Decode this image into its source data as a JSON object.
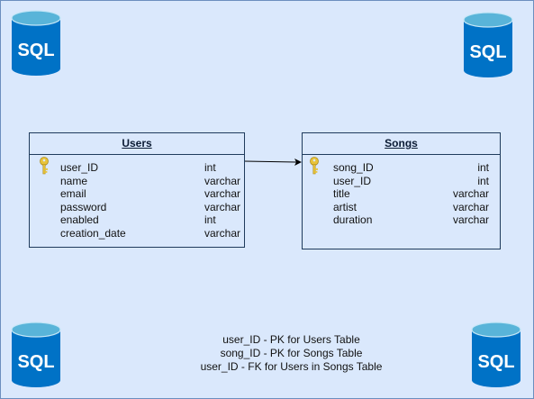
{
  "sql_icon_label": "SQL",
  "tables": [
    {
      "title": "Users",
      "fields": [
        {
          "name": "user_ID",
          "type": "int",
          "key": true
        },
        {
          "name": "name",
          "type": "varchar"
        },
        {
          "name": "email",
          "type": "varchar"
        },
        {
          "name": "password",
          "type": "varchar"
        },
        {
          "name": "enabled",
          "type": "int"
        },
        {
          "name": "creation_date",
          "type": "varchar"
        }
      ]
    },
    {
      "title": "Songs",
      "fields": [
        {
          "name": "song_ID",
          "type": "int",
          "key": true
        },
        {
          "name": "user_ID",
          "type": "int"
        },
        {
          "name": "title",
          "type": "varchar"
        },
        {
          "name": "artist",
          "type": "varchar"
        },
        {
          "name": "duration",
          "type": "varchar"
        }
      ]
    }
  ],
  "notes": [
    "user_ID - PK for Users Table",
    "song_ID - PK for Songs Table",
    "user_ID - FK for Users in Songs Table"
  ],
  "colors": {
    "background": "#dae8fc",
    "border": "#6c8ebf",
    "icon_body": "#0072c6",
    "icon_top": "#59b4d9",
    "key": "#e8c33a"
  },
  "icon_names": [
    "sql-database-icon",
    "key-icon",
    "relationship-arrow"
  ]
}
